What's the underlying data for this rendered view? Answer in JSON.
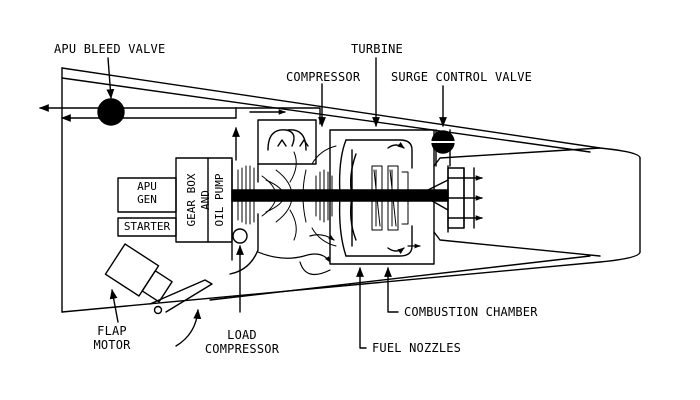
{
  "labels": {
    "apu_bleed_valve": "APU BLEED VALVE",
    "turbine": "TURBINE",
    "compressor": "COMPRESSOR",
    "surge_control_valve": "SURGE CONTROL VALVE",
    "apu_gen_line1": "APU",
    "apu_gen_line2": "GEN",
    "starter": "STARTER",
    "gear_box": "GEAR BOX",
    "and": "AND",
    "oil_pump": "OIL PUMP",
    "flap_motor_line1": "FLAP",
    "flap_motor_line2": "MOTOR",
    "load_compressor_line1": "LOAD",
    "load_compressor_line2": "COMPRESSOR",
    "combustion_chamber": "COMBUSTION CHAMBER",
    "fuel_nozzles": "FUEL NOZZLES"
  },
  "colors": {
    "ink": "#000000",
    "paper": "#ffffff"
  }
}
